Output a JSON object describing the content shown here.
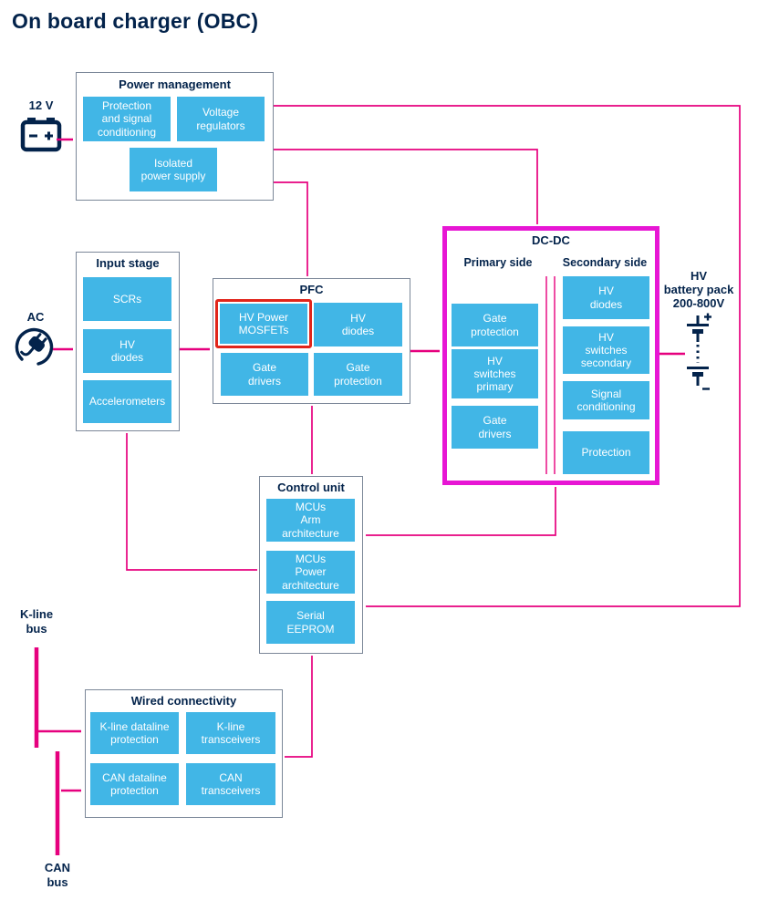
{
  "title": "On board charger (OBC)",
  "colors": {
    "accent_pink": "#e6007e",
    "highlight_magenta": "#e716d4",
    "highlight_red": "#e1251b",
    "box_blue": "#41b6e6",
    "navy": "#03234b"
  },
  "sources": {
    "battery12v": {
      "label": "12 V",
      "icon": "battery-12v-icon"
    },
    "ac": {
      "label": "AC",
      "icon": "ac-plug-icon"
    }
  },
  "load": {
    "hv_battery": {
      "label": "HV\nbattery pack\n200-800V",
      "icon": "hv-battery-stack-icon"
    }
  },
  "buses": {
    "kline": {
      "label": "K-line\nbus"
    },
    "can": {
      "label": "CAN\nbus"
    }
  },
  "groups": {
    "power_management": {
      "title": "Power management",
      "blocks": {
        "protection_signal": "Protection\nand signal\nconditioning",
        "voltage_regulators": "Voltage\nregulators",
        "isolated_power_supply": "Isolated\npower supply"
      }
    },
    "input_stage": {
      "title": "Input stage",
      "blocks": {
        "scrs": "SCRs",
        "hv_diodes": "HV\ndiodes",
        "accelerometers": "Accelerometers"
      }
    },
    "pfc": {
      "title": "PFC",
      "highlighted_block": "hv_power_mosfets",
      "blocks": {
        "hv_power_mosfets": "HV Power\nMOSFETs",
        "hv_diodes": "HV\ndiodes",
        "gate_drivers": "Gate\ndrivers",
        "gate_protection": "Gate\nprotection"
      }
    },
    "dcdc": {
      "title": "DC-DC",
      "primary_header": "Primary side",
      "secondary_header": "Secondary side",
      "primary_blocks": {
        "gate_protection": "Gate\nprotection",
        "hv_switches_primary": "HV\nswitches\nprimary",
        "gate_drivers": "Gate\ndrivers"
      },
      "secondary_blocks": {
        "hv_diodes": "HV\ndiodes",
        "hv_switches_secondary": "HV\nswitches\nsecondary",
        "signal_conditioning": "Signal\nconditioning",
        "protection": "Protection"
      }
    },
    "control_unit": {
      "title": "Control unit",
      "blocks": {
        "mcus_arm": "MCUs\nArm\narchitecture",
        "mcus_power": "MCUs\nPower\narchitecture",
        "serial_eeprom": "Serial\nEEPROM"
      }
    },
    "wired_connectivity": {
      "title": "Wired connectivity",
      "blocks": {
        "kline_dataline_protection": "K-line dataline\nprotection",
        "kline_transceivers": "K-line\ntransceivers",
        "can_dataline_protection": "CAN dataline\nprotection",
        "can_transceivers": "CAN\ntransceivers"
      }
    }
  }
}
